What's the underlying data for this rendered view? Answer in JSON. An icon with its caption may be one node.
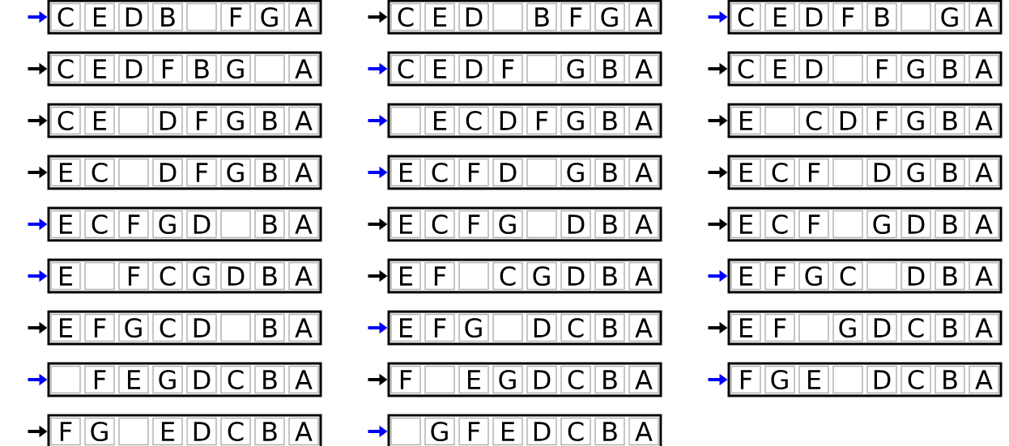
{
  "diagram": {
    "nodes": [
      {
        "text": [],
        "shape": "box"
      },
      {
        "text": [
          "C"
        ],
        "in": 0
      },
      {
        "text": [
          "E"
        ],
        "in": 0
      },
      {
        "text": [
          "D"
        ],
        "in": 0
      },
      {
        "text": [
          "B"
        ],
        "in": 0
      },
      {
        "text": [],
        "shape": "box",
        "in": 0
      },
      {
        "text": [
          "F"
        ],
        "in": 0
      },
      {
        "text": [
          "G"
        ],
        "in": 0
      },
      {
        "text": [
          "A"
        ],
        "in": 0
      },
      {
        "text": [],
        "shape": "box"
      },
      {
        "text": [
          "C"
        ],
        "in": 9
      },
      {
        "text": [
          "E"
        ],
        "in": 9
      },
      {
        "text": [
          "D"
        ],
        "in": 9
      },
      {
        "text": [],
        "shape": "box",
        "in": 9
      },
      {
        "text": [
          "B"
        ],
        "in": 9
      },
      {
        "text": [
          "F"
        ],
        "in": 9
      },
      {
        "text": [
          "G"
        ],
        "in": 9
      },
      {
        "text": [
          "A"
        ],
        "in": 9
      },
      {
        "text": [],
        "shape": "box"
      },
      {
        "text": [
          "C"
        ],
        "in": 18
      },
      {
        "text": [
          "E"
        ],
        "in": 18
      },
      {
        "text": [
          "D"
        ],
        "in": 18
      },
      {
        "text": [
          "F"
        ],
        "in": 18
      },
      {
        "text": [
          "B"
        ],
        "in": 18
      },
      {
        "text": [],
        "shape": "box",
        "in": 18
      },
      {
        "text": [
          "G"
        ],
        "in": 18
      },
      {
        "text": [
          "A"
        ],
        "in": 18
      },
      {
        "text": [],
        "shape": "box"
      },
      {
        "text": [
          "C"
        ],
        "in": 27
      },
      {
        "text": [
          "E"
        ],
        "in": 27
      },
      {
        "text": [
          "D"
        ],
        "in": 27
      },
      {
        "text": [
          "F"
        ],
        "in": 27
      },
      {
        "text": [
          "B"
        ],
        "in": 27
      },
      {
        "text": [
          "G"
        ],
        "in": 27
      },
      {
        "text": [],
        "shape": "box",
        "in": 27
      },
      {
        "text": [
          "A"
        ],
        "in": 27
      },
      {
        "text": [],
        "shape": "box"
      },
      {
        "text": [
          "C"
        ],
        "in": 36
      },
      {
        "text": [
          "E"
        ],
        "in": 36
      },
      {
        "text": [
          "D"
        ],
        "in": 36
      },
      {
        "text": [
          "F"
        ],
        "in": 36
      },
      {
        "text": [],
        "shape": "box",
        "in": 36
      },
      {
        "text": [
          "G"
        ],
        "in": 36
      },
      {
        "text": [
          "B"
        ],
        "in": 36
      },
      {
        "text": [
          "A"
        ],
        "in": 36
      },
      {
        "text": [],
        "shape": "box"
      },
      {
        "text": [
          "C"
        ],
        "in": 45
      },
      {
        "text": [
          "E"
        ],
        "in": 45
      },
      {
        "text": [
          "D"
        ],
        "in": 45
      },
      {
        "text": [],
        "shape": "box",
        "in": 45
      },
      {
        "text": [
          "F"
        ],
        "in": 45
      },
      {
        "text": [
          "G"
        ],
        "in": 45
      },
      {
        "text": [
          "B"
        ],
        "in": 45
      },
      {
        "text": [
          "A"
        ],
        "in": 45
      },
      {
        "text": [],
        "shape": "box"
      },
      {
        "text": [
          "C"
        ],
        "in": 54
      },
      {
        "text": [
          "E"
        ],
        "in": 54
      },
      {
        "text": [],
        "shape": "box",
        "in": 54
      },
      {
        "text": [
          "D"
        ],
        "in": 54
      },
      {
        "text": [
          "F"
        ],
        "in": 54
      },
      {
        "text": [
          "G"
        ],
        "in": 54
      },
      {
        "text": [
          "B"
        ],
        "in": 54
      },
      {
        "text": [
          "A"
        ],
        "in": 54
      },
      {
        "text": [],
        "shape": "box"
      },
      {
        "text": [],
        "shape": "box",
        "in": 63
      },
      {
        "text": [
          "E"
        ],
        "in": 63
      },
      {
        "text": [
          "C"
        ],
        "in": 63
      },
      {
        "text": [
          "D"
        ],
        "in": 63
      },
      {
        "text": [
          "F"
        ],
        "in": 63
      },
      {
        "text": [
          "G"
        ],
        "in": 63
      },
      {
        "text": [
          "B"
        ],
        "in": 63
      },
      {
        "text": [
          "A"
        ],
        "in": 63
      },
      {
        "text": [],
        "shape": "box"
      },
      {
        "text": [
          "E"
        ],
        "in": 72
      },
      {
        "text": [],
        "shape": "box",
        "in": 72
      },
      {
        "text": [
          "C"
        ],
        "in": 72
      },
      {
        "text": [
          "D"
        ],
        "in": 72
      },
      {
        "text": [
          "F"
        ],
        "in": 72
      },
      {
        "text": [
          "G"
        ],
        "in": 72
      },
      {
        "text": [
          "B"
        ],
        "in": 72
      },
      {
        "text": [
          "A"
        ],
        "in": 72
      },
      {
        "text": [],
        "shape": "box"
      },
      {
        "text": [
          "E"
        ],
        "in": 81
      },
      {
        "text": [
          "C"
        ],
        "in": 81
      },
      {
        "text": [],
        "shape": "box",
        "in": 81
      },
      {
        "text": [
          "D"
        ],
        "in": 81
      },
      {
        "text": [
          "F"
        ],
        "in": 81
      },
      {
        "text": [
          "G"
        ],
        "in": 81
      },
      {
        "text": [
          "B"
        ],
        "in": 81
      },
      {
        "text": [
          "A"
        ],
        "in": 81
      },
      {
        "text": [],
        "shape": "box"
      },
      {
        "text": [
          "E"
        ],
        "in": 90
      },
      {
        "text": [
          "C"
        ],
        "in": 90
      },
      {
        "text": [
          "F"
        ],
        "in": 90
      },
      {
        "text": [
          "D"
        ],
        "in": 90
      },
      {
        "text": [],
        "shape": "box",
        "in": 90
      },
      {
        "text": [
          "G"
        ],
        "in": 90
      },
      {
        "text": [
          "B"
        ],
        "in": 90
      },
      {
        "text": [
          "A"
        ],
        "in": 90
      },
      {
        "text": [],
        "shape": "box"
      },
      {
        "text": [
          "E"
        ],
        "in": 99
      },
      {
        "text": [
          "C"
        ],
        "in": 99
      },
      {
        "text": [
          "F"
        ],
        "in": 99
      },
      {
        "text": [],
        "shape": "box",
        "in": 99
      },
      {
        "text": [
          "D"
        ],
        "in": 99
      },
      {
        "text": [
          "G"
        ],
        "in": 99
      },
      {
        "text": [
          "B"
        ],
        "in": 99
      },
      {
        "text": [
          "A"
        ],
        "in": 99
      },
      {
        "text": [],
        "shape": "box"
      },
      {
        "text": [
          "E"
        ],
        "in": 108
      },
      {
        "text": [
          "C"
        ],
        "in": 108
      },
      {
        "text": [
          "F"
        ],
        "in": 108
      },
      {
        "text": [
          "G"
        ],
        "in": 108
      },
      {
        "text": [
          "D"
        ],
        "in": 108
      },
      {
        "text": [],
        "shape": "box",
        "in": 108
      },
      {
        "text": [
          "B"
        ],
        "in": 108
      },
      {
        "text": [
          "A"
        ],
        "in": 108
      },
      {
        "text": [],
        "shape": "box"
      },
      {
        "text": [
          "E"
        ],
        "in": 117
      },
      {
        "text": [
          "C"
        ],
        "in": 117
      },
      {
        "text": [
          "F"
        ],
        "in": 117
      },
      {
        "text": [
          "G"
        ],
        "in": 117
      },
      {
        "text": [],
        "shape": "box",
        "in": 117
      },
      {
        "text": [
          "D"
        ],
        "in": 117
      },
      {
        "text": [
          "B"
        ],
        "in": 117
      },
      {
        "text": [
          "A"
        ],
        "in": 117
      },
      {
        "text": [],
        "shape": "box"
      },
      {
        "text": [
          "E"
        ],
        "in": 126
      },
      {
        "text": [
          "C"
        ],
        "in": 126
      },
      {
        "text": [
          "F"
        ],
        "in": 126
      },
      {
        "text": [],
        "shape": "box",
        "in": 126
      },
      {
        "text": [
          "G"
        ],
        "in": 126
      },
      {
        "text": [
          "D"
        ],
        "in": 126
      },
      {
        "text": [
          "B"
        ],
        "in": 126
      },
      {
        "text": [
          "A"
        ],
        "in": 126
      },
      {
        "text": [],
        "shape": "box"
      },
      {
        "text": [
          "E"
        ],
        "in": 135
      },
      {
        "text": [],
        "shape": "box",
        "in": 135
      },
      {
        "text": [
          "F"
        ],
        "in": 135
      },
      {
        "text": [
          "C"
        ],
        "in": 135
      },
      {
        "text": [
          "G"
        ],
        "in": 135
      },
      {
        "text": [
          "D"
        ],
        "in": 135
      },
      {
        "text": [
          "B"
        ],
        "in": 135
      },
      {
        "text": [
          "A"
        ],
        "in": 135
      },
      {
        "text": [],
        "shape": "box"
      },
      {
        "text": [
          "E"
        ],
        "in": 144
      },
      {
        "text": [
          "F"
        ],
        "in": 144
      },
      {
        "text": [],
        "shape": "box",
        "in": 144
      },
      {
        "text": [
          "C"
        ],
        "in": 144
      },
      {
        "text": [
          "G"
        ],
        "in": 144
      },
      {
        "text": [
          "D"
        ],
        "in": 144
      },
      {
        "text": [
          "B"
        ],
        "in": 144
      },
      {
        "text": [
          "A"
        ],
        "in": 144
      },
      {
        "text": [],
        "shape": "box"
      },
      {
        "text": [
          "E"
        ],
        "in": 153
      },
      {
        "text": [
          "F"
        ],
        "in": 153
      },
      {
        "text": [
          "G"
        ],
        "in": 153
      },
      {
        "text": [
          "C"
        ],
        "in": 153
      },
      {
        "text": [],
        "shape": "box",
        "in": 153
      },
      {
        "text": [
          "D"
        ],
        "in": 153
      },
      {
        "text": [
          "B"
        ],
        "in": 153
      },
      {
        "text": [
          "A"
        ],
        "in": 153
      },
      {
        "text": [],
        "shape": "box"
      },
      {
        "text": [
          "E"
        ],
        "in": 162
      },
      {
        "text": [
          "F"
        ],
        "in": 162
      },
      {
        "text": [
          "G"
        ],
        "in": 162
      },
      {
        "text": [
          "C"
        ],
        "in": 162
      },
      {
        "text": [
          "D"
        ],
        "in": 162
      },
      {
        "text": [],
        "shape": "box",
        "in": 162
      },
      {
        "text": [
          "B"
        ],
        "in": 162
      },
      {
        "text": [
          "A"
        ],
        "in": 162
      },
      {
        "text": [],
        "shape": "box"
      },
      {
        "text": [
          "E"
        ],
        "in": 171
      },
      {
        "text": [
          "F"
        ],
        "in": 171
      },
      {
        "text": [
          "G"
        ],
        "in": 171
      },
      {
        "text": [],
        "shape": "box",
        "in": 171
      },
      {
        "text": [
          "D"
        ],
        "in": 171
      },
      {
        "text": [
          "C"
        ],
        "in": 171
      },
      {
        "text": [
          "B"
        ],
        "in": 171
      },
      {
        "text": [
          "A"
        ],
        "in": 171
      },
      {
        "text": [],
        "shape": "box"
      },
      {
        "text": [
          "E"
        ],
        "in": 180
      },
      {
        "text": [
          "F"
        ],
        "in": 180
      },
      {
        "text": [],
        "shape": "box",
        "in": 180
      },
      {
        "text": [
          "G"
        ],
        "in": 180
      },
      {
        "text": [
          "D"
        ],
        "in": 180
      },
      {
        "text": [
          "C"
        ],
        "in": 180
      },
      {
        "text": [
          "B"
        ],
        "in": 180
      },
      {
        "text": [
          "A"
        ],
        "in": 180
      },
      {
        "text": [],
        "shape": "box"
      },
      {
        "text": [],
        "shape": "box",
        "in": 189
      },
      {
        "text": [
          "F"
        ],
        "in": 189
      },
      {
        "text": [
          "E"
        ],
        "in": 189
      },
      {
        "text": [
          "G"
        ],
        "in": 189
      },
      {
        "text": [
          "D"
        ],
        "in": 189
      },
      {
        "text": [
          "C"
        ],
        "in": 189
      },
      {
        "text": [
          "B"
        ],
        "in": 189
      },
      {
        "text": [
          "A"
        ],
        "in": 189
      },
      {
        "text": [],
        "shape": "box"
      },
      {
        "text": [
          "F"
        ],
        "in": 198
      },
      {
        "text": [],
        "shape": "box",
        "in": 198
      },
      {
        "text": [
          "E"
        ],
        "in": 198
      },
      {
        "text": [
          "G"
        ],
        "in": 198
      },
      {
        "text": [
          "D"
        ],
        "in": 198
      },
      {
        "text": [
          "C"
        ],
        "in": 198
      },
      {
        "text": [
          "B"
        ],
        "in": 198
      },
      {
        "text": [
          "A"
        ],
        "in": 198
      },
      {
        "text": [],
        "shape": "box"
      },
      {
        "text": [
          "F"
        ],
        "in": 207
      },
      {
        "text": [
          "G"
        ],
        "in": 207
      },
      {
        "text": [
          "E"
        ],
        "in": 207
      },
      {
        "text": [],
        "shape": "box",
        "in": 207
      },
      {
        "text": [
          "D"
        ],
        "in": 207
      },
      {
        "text": [
          "C"
        ],
        "in": 207
      },
      {
        "text": [
          "B"
        ],
        "in": 207
      },
      {
        "text": [
          "A"
        ],
        "in": 207
      },
      {
        "text": [],
        "shape": "box"
      },
      {
        "text": [
          "F"
        ],
        "in": 216
      },
      {
        "text": [
          "G"
        ],
        "in": 216
      },
      {
        "text": [],
        "shape": "box",
        "in": 216
      },
      {
        "text": [
          "E"
        ],
        "in": 216
      },
      {
        "text": [
          "D"
        ],
        "in": 216
      },
      {
        "text": [
          "C"
        ],
        "in": 216
      },
      {
        "text": [
          "B"
        ],
        "in": 216
      },
      {
        "text": [
          "A"
        ],
        "in": 216
      },
      {
        "text": [],
        "shape": "box"
      },
      {
        "text": [],
        "shape": "box",
        "in": 225
      },
      {
        "text": [
          "G"
        ],
        "in": 225
      },
      {
        "text": [
          "F"
        ],
        "in": 225
      },
      {
        "text": [
          "E"
        ],
        "in": 225
      },
      {
        "text": [
          "D"
        ],
        "in": 225
      },
      {
        "text": [
          "C"
        ],
        "in": 225
      },
      {
        "text": [
          "B"
        ],
        "in": 225
      },
      {
        "text": [
          "A"
        ],
        "in": 225
      }
    ],
    "edges": [
      {
        "from": null,
        "to": 0,
        "arrow": "to",
        "color": "#0000ff"
      },
      {
        "from": null,
        "to": 9,
        "arrow": "to"
      },
      {
        "from": null,
        "to": 18,
        "arrow": "to",
        "color": "#0000ff"
      },
      {
        "from": null,
        "to": 27,
        "arrow": "to"
      },
      {
        "from": null,
        "to": 36,
        "arrow": "to",
        "color": "#0000ff"
      },
      {
        "from": null,
        "to": 45,
        "arrow": "to"
      },
      {
        "from": null,
        "to": 54,
        "arrow": "to"
      },
      {
        "from": null,
        "to": 63,
        "arrow": "to",
        "color": "#0000ff"
      },
      {
        "from": null,
        "to": 72,
        "arrow": "to"
      },
      {
        "from": null,
        "to": 81,
        "arrow": "to"
      },
      {
        "from": null,
        "to": 90,
        "arrow": "to",
        "color": "#0000ff"
      },
      {
        "from": null,
        "to": 99,
        "arrow": "to"
      },
      {
        "from": null,
        "to": 108,
        "arrow": "to",
        "color": "#0000ff"
      },
      {
        "from": null,
        "to": 117,
        "arrow": "to"
      },
      {
        "from": null,
        "to": 126,
        "arrow": "to"
      },
      {
        "from": null,
        "to": 135,
        "arrow": "to",
        "color": "#0000ff"
      },
      {
        "from": null,
        "to": 144,
        "arrow": "to"
      },
      {
        "from": null,
        "to": 153,
        "arrow": "to",
        "color": "#0000ff"
      },
      {
        "from": null,
        "to": 162,
        "arrow": "to"
      },
      {
        "from": null,
        "to": 171,
        "arrow": "to",
        "color": "#0000ff"
      },
      {
        "from": null,
        "to": 180,
        "arrow": "to"
      },
      {
        "from": null,
        "to": 189,
        "arrow": "to",
        "color": "#0000ff"
      },
      {
        "from": null,
        "to": 198,
        "arrow": "to"
      },
      {
        "from": null,
        "to": 207,
        "arrow": "to",
        "color": "#0000ff"
      },
      {
        "from": null,
        "to": 216,
        "arrow": "to"
      },
      {
        "from": null,
        "to": 225,
        "arrow": "to",
        "color": "#0000ff"
      }
    ]
  }
}
